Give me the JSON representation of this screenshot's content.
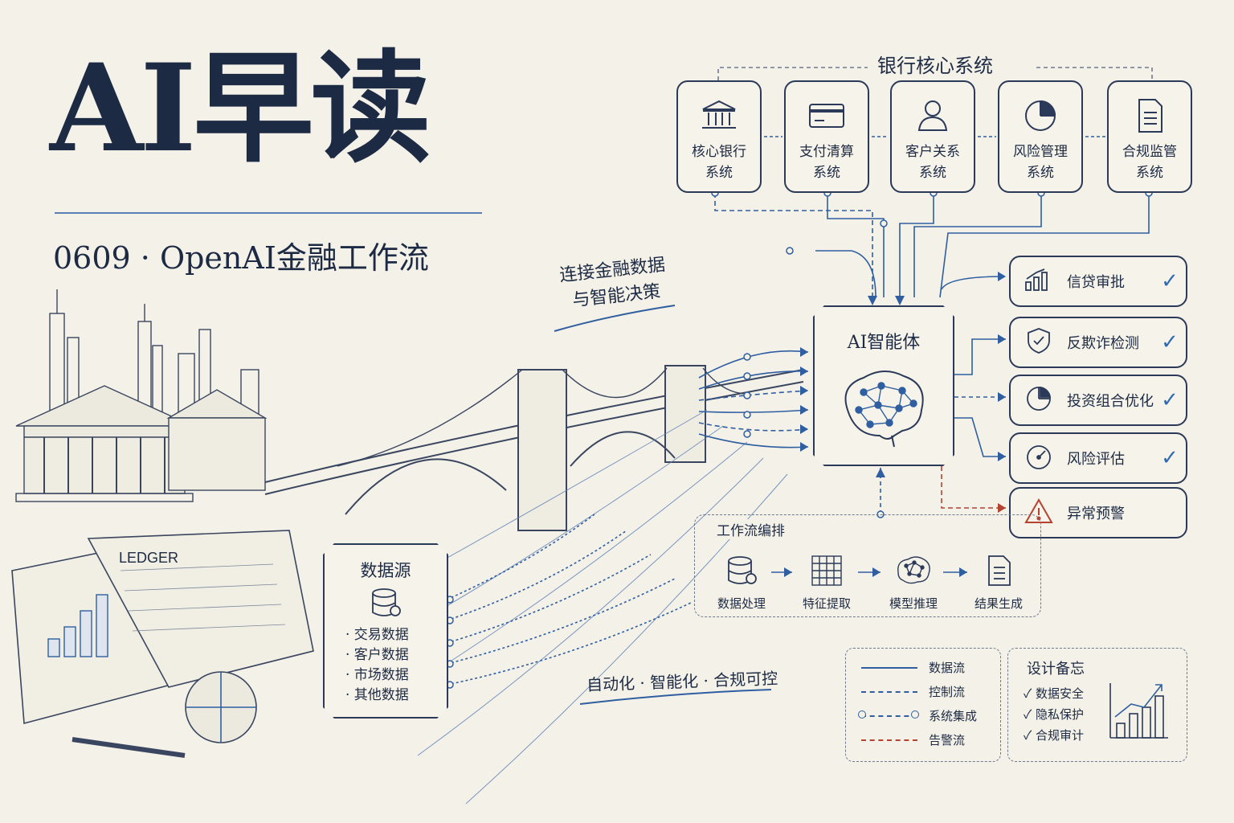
{
  "title": {
    "main": "AI早读",
    "subtitle": "0609 · OpenAI金融工作流"
  },
  "taglines": {
    "bridge_line1": "连接金融数据",
    "bridge_line2": "与智能决策",
    "bottom": "自动化 · 智能化 · 合规可控"
  },
  "illustration": {
    "ledger_label": "LEDGER"
  },
  "core_systems": {
    "heading": "银行核心系统",
    "items": [
      {
        "line1": "核心银行",
        "line2": "系统",
        "icon": "bank-icon"
      },
      {
        "line1": "支付清算",
        "line2": "系统",
        "icon": "card-icon"
      },
      {
        "line1": "客户关系",
        "line2": "系统",
        "icon": "person-icon"
      },
      {
        "line1": "风险管理",
        "line2": "系统",
        "icon": "pie-chart-icon"
      },
      {
        "line1": "合规监管",
        "line2": "系统",
        "icon": "document-icon"
      }
    ]
  },
  "data_source": {
    "heading": "数据源",
    "items": [
      "· 交易数据",
      "· 客户数据",
      "· 市场数据",
      "· 其他数据"
    ],
    "icon": "database-icon"
  },
  "ai_agent": {
    "label": "AI智能体",
    "icon": "brain-network-icon"
  },
  "outputs": [
    {
      "label": "信贷审批",
      "icon": "bar-chart-icon",
      "check": "✓"
    },
    {
      "label": "反欺诈检测",
      "icon": "shield-icon",
      "check": "✓"
    },
    {
      "label": "投资组合优化",
      "icon": "pie-chart-icon",
      "check": "✓"
    },
    {
      "label": "风险评估",
      "icon": "gauge-icon",
      "check": "✓"
    },
    {
      "label": "异常预警",
      "icon": "warning-icon",
      "check": ""
    }
  ],
  "workflow": {
    "heading": "工作流编排",
    "steps": [
      {
        "label": "数据处理",
        "icon": "database-icon"
      },
      {
        "label": "特征提取",
        "icon": "grid-icon"
      },
      {
        "label": "模型推理",
        "icon": "brain-icon"
      },
      {
        "label": "结果生成",
        "icon": "document-icon"
      }
    ]
  },
  "legend": {
    "items": [
      {
        "label": "数据流",
        "style": "solid",
        "color": "#2f5fa0"
      },
      {
        "label": "控制流",
        "style": "dashed",
        "color": "#2f5fa0"
      },
      {
        "label": "系统集成",
        "style": "dash-dot-circle",
        "color": "#2f5fa0"
      },
      {
        "label": "告警流",
        "style": "dashed",
        "color": "#b5432f"
      }
    ]
  },
  "design_notes": {
    "heading": "设计备忘",
    "items": [
      "✓ 数据安全",
      "✓ 隐私保护",
      "✓ 合规审计"
    ],
    "icon": "rising-bar-chart-icon"
  },
  "colors": {
    "ink": "#1c2a44",
    "accent_blue": "#2f6bb5",
    "alert_red": "#b5432f",
    "paper": "#f4f1e8"
  }
}
